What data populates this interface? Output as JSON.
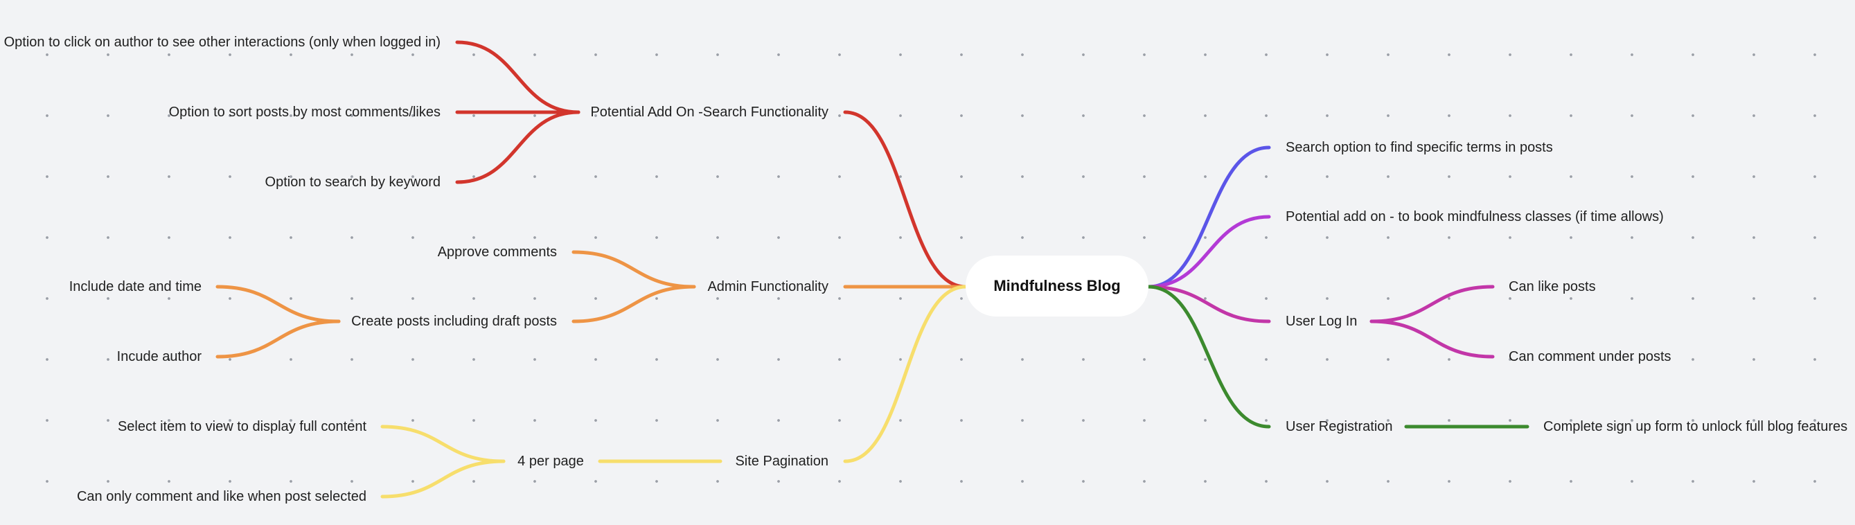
{
  "root": {
    "label": "Mindfulness Blog"
  },
  "left": {
    "search": {
      "label": "Potential Add On -Search Functionality",
      "children": [
        "Option to click on author to see other interactions (only when logged in)",
        "Option to sort posts by most comments/likes",
        "Option to search by keyword"
      ]
    },
    "admin": {
      "label": "Admin Functionality",
      "approve": "Approve comments",
      "create": {
        "label": "Create posts including draft posts",
        "children": [
          "Include date and time",
          "Incude author"
        ]
      }
    },
    "pagination": {
      "label": "Site Pagination",
      "per_page": {
        "label": "4 per page",
        "children": [
          "Select item to view to display full content",
          "Can only comment and like when post selected"
        ]
      }
    }
  },
  "right": {
    "search_option": "Search option to find specific terms in posts",
    "classes": "Potential add on - to book mindfulness classes (if time allows)",
    "login": {
      "label": "User Log In",
      "children": [
        "Can like posts",
        "Can comment under posts"
      ]
    },
    "registration": {
      "label": "User Registration",
      "child": "Complete sign up form to unlock full blog features"
    }
  },
  "colors": {
    "background": "#f2f3f5",
    "search_branch": "#d2352c",
    "admin_branch": "#ee9445",
    "pagination_branch": "#f7de6c",
    "search_option_branch": "#5b55e8",
    "classes_branch": "#b33ad6",
    "login_branch": "#c236a8",
    "registration_branch": "#3c8a2e"
  }
}
